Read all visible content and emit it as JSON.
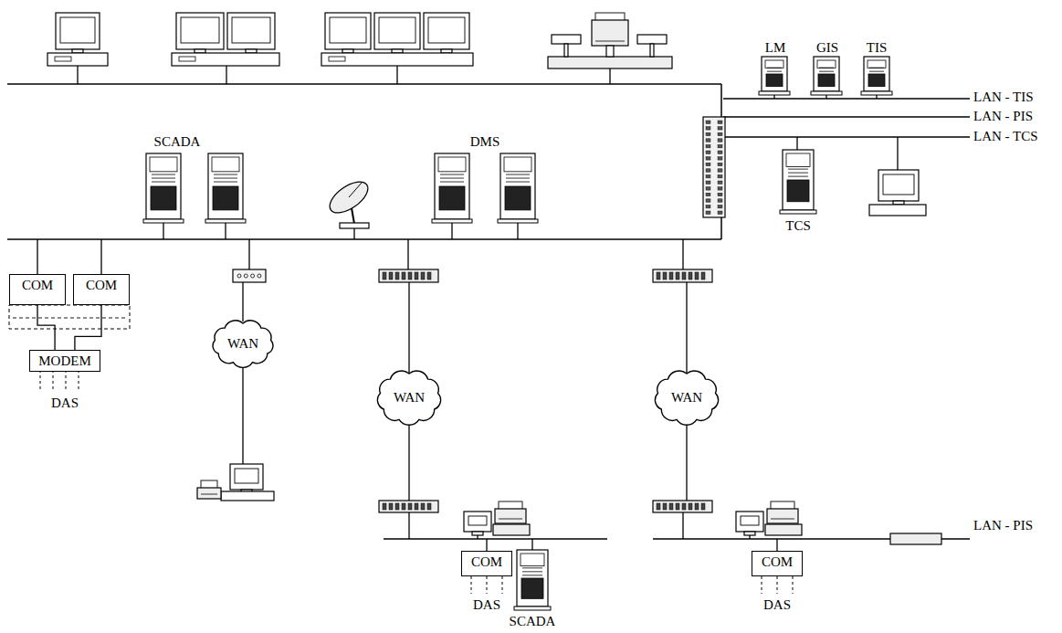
{
  "diagram": {
    "nodes": [
      {
        "text": [
          "COM"
        ]
      },
      {
        "text": [
          "COM"
        ]
      },
      {
        "text": [
          "MODEM"
        ]
      },
      {
        "text": [
          "WAN"
        ]
      },
      {
        "text": [
          "WAN"
        ]
      },
      {
        "text": [
          "WAN"
        ]
      },
      {
        "text": [
          "COM"
        ]
      },
      {
        "text": [
          "COM"
        ]
      }
    ],
    "edges": [
      {
        "from": 0,
        "to": 2,
        "arrow": "none"
      },
      {
        "from": 1,
        "to": 2,
        "arrow": "none"
      }
    ],
    "labels": [
      "LM",
      "GIS",
      "TIS",
      "LAN - TIS",
      "SCADA",
      "DMS",
      "LAN - PIS",
      "LAN - TCS",
      "TCS",
      "DAS",
      "LAN - PIS",
      "DAS",
      "DAS",
      "SCADA"
    ]
  }
}
